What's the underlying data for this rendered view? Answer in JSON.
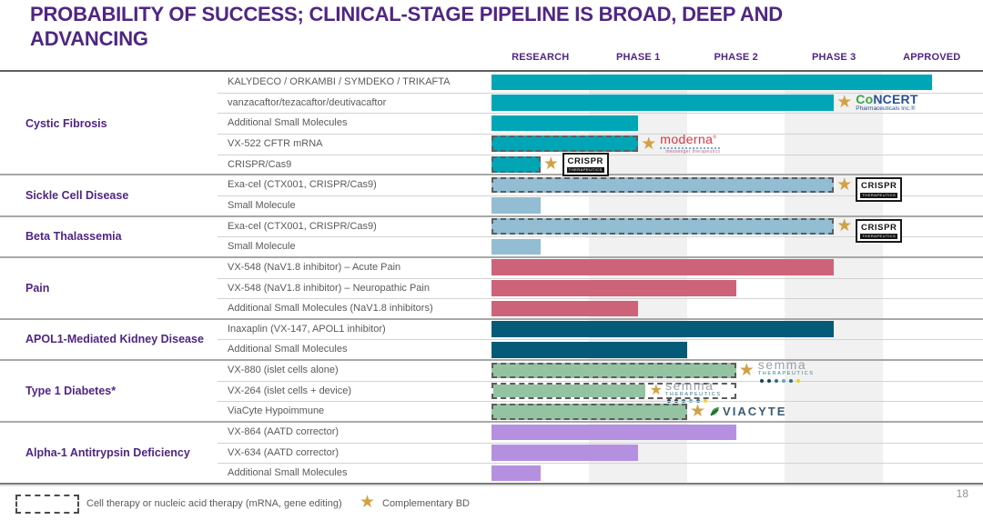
{
  "title": "PROBABILITY OF SUCCESS; CLINICAL-STAGE PIPELINE IS BROAD, DEEP AND ADVANCING",
  "page_number": "18",
  "legend": {
    "dashed_label": "Cell therapy or nucleic acid therapy (mRNA, gene editing)",
    "star_label": "Complementary BD"
  },
  "colors": {
    "title_purple": "#4f2683",
    "band_gray": "#f1f1f1",
    "star_gold": "#cfa245",
    "teal": "#00a6b6",
    "lightblue": "#92bdd3",
    "pink": "#cd6379",
    "darkteal": "#055a78",
    "green": "#93c3a1",
    "purple": "#b690e0"
  },
  "logos": {
    "concert": {
      "part1": "Co",
      "part2": "NCERT",
      "sub": "Pharmaceuticals Inc.®"
    },
    "moderna": {
      "name": "moderna",
      "mark": "®",
      "sub": "messenger therapeutics"
    },
    "crispr": {
      "name": "CRISPR",
      "sub": "THERAPEUTICS"
    },
    "semma": {
      "name": "semma",
      "sub": "THERAPEUTICS",
      "dot_colors": [
        "#1f4254",
        "#1f4254",
        "#2e7086",
        "#6aa5b8",
        "#2e7086",
        "#f2cf25"
      ]
    },
    "viacyte": {
      "name": "VIACYTE"
    }
  },
  "chart_data": {
    "type": "bar",
    "orientation": "horizontal",
    "columns": [
      "RESEARCH",
      "PHASE 1",
      "PHASE 2",
      "PHASE 3",
      "APPROVED"
    ],
    "unit_note": "length_units measured in development-phase columns (1 unit = 1 column, 5 columns total)",
    "axis_range_units": [
      0,
      5
    ],
    "groups": [
      {
        "disease": "Cystic Fibrosis",
        "color_key": "teal",
        "rows": [
          {
            "label": "KALYDECO / ORKAMBI / SYMDEKO / TRIKAFTA",
            "length_units": 4.5,
            "dashed": false,
            "star": false,
            "logo": null
          },
          {
            "label": "vanzacaftor/tezacaftor/deutivacaftor",
            "length_units": 3.5,
            "dashed": false,
            "star": true,
            "logo": "concert"
          },
          {
            "label": "Additional Small Molecules",
            "length_units": 1.5,
            "dashed": false,
            "star": false,
            "logo": null
          },
          {
            "label": "VX-522 CFTR mRNA",
            "length_units": 1.5,
            "dashed": true,
            "star": true,
            "logo": "moderna"
          },
          {
            "label": "CRISPR/Cas9",
            "length_units": 0.5,
            "dashed": true,
            "star": true,
            "logo": "crispr"
          }
        ]
      },
      {
        "disease": "Sickle Cell Disease",
        "color_key": "lightblue",
        "rows": [
          {
            "label": "Exa-cel (CTX001, CRISPR/Cas9)",
            "length_units": 3.5,
            "dashed": true,
            "star": true,
            "logo": "crispr",
            "logo_tall": true
          },
          {
            "label": "Small Molecule",
            "length_units": 0.5,
            "dashed": false,
            "star": false,
            "logo": null
          }
        ]
      },
      {
        "disease": "Beta Thalassemia",
        "color_key": "lightblue",
        "rows": [
          {
            "label": "Exa-cel (CTX001, CRISPR/Cas9)",
            "length_units": 3.5,
            "dashed": true,
            "star": true,
            "logo": "crispr",
            "logo_tall": true
          },
          {
            "label": "Small Molecule",
            "length_units": 0.5,
            "dashed": false,
            "star": false,
            "logo": null
          }
        ]
      },
      {
        "disease": "Pain",
        "color_key": "pink",
        "rows": [
          {
            "label": "VX-548 (NaV1.8 inhibitor) – Acute Pain",
            "length_units": 3.5,
            "dashed": false,
            "star": false,
            "logo": null
          },
          {
            "label": "VX-548 (NaV1.8 inhibitor) – Neuropathic Pain",
            "length_units": 2.5,
            "dashed": false,
            "star": false,
            "logo": null
          },
          {
            "label": "Additional Small Molecules (NaV1.8 inhibitors)",
            "length_units": 1.5,
            "dashed": false,
            "star": false,
            "logo": null
          }
        ]
      },
      {
        "disease": "APOL1-Mediated Kidney Disease",
        "color_key": "darkteal",
        "rows": [
          {
            "label": "Inaxaplin (VX-147, APOL1 inhibitor)",
            "length_units": 3.5,
            "dashed": false,
            "star": false,
            "logo": null
          },
          {
            "label": "Additional Small Molecules",
            "length_units": 2.0,
            "dashed": false,
            "star": false,
            "logo": null
          }
        ]
      },
      {
        "disease": "Type 1 Diabetes*",
        "color_key": "green",
        "rows": [
          {
            "label": "VX-880 (islet cells alone)",
            "length_units": 2.5,
            "dashed": true,
            "star": true,
            "logo": "semma"
          },
          {
            "label": "VX-264 (islet cells + device)",
            "length_units": 2.5,
            "dashed": true,
            "star": true,
            "logo": "semma",
            "fill_units": 1.55,
            "logo_inside": true
          },
          {
            "label": "ViaCyte Hypoimmune",
            "length_units": 2.0,
            "dashed": true,
            "star": true,
            "logo": "viacyte"
          }
        ]
      },
      {
        "disease": "Alpha-1 Antitrypsin Deficiency",
        "color_key": "purple",
        "rows": [
          {
            "label": "VX-864 (AATD corrector)",
            "length_units": 2.5,
            "dashed": false,
            "star": false,
            "logo": null
          },
          {
            "label": "VX-634 (AATD corrector)",
            "length_units": 1.5,
            "dashed": false,
            "star": false,
            "logo": null
          },
          {
            "label": "Additional Small Molecules",
            "length_units": 0.5,
            "dashed": false,
            "star": false,
            "logo": null
          }
        ]
      }
    ]
  }
}
